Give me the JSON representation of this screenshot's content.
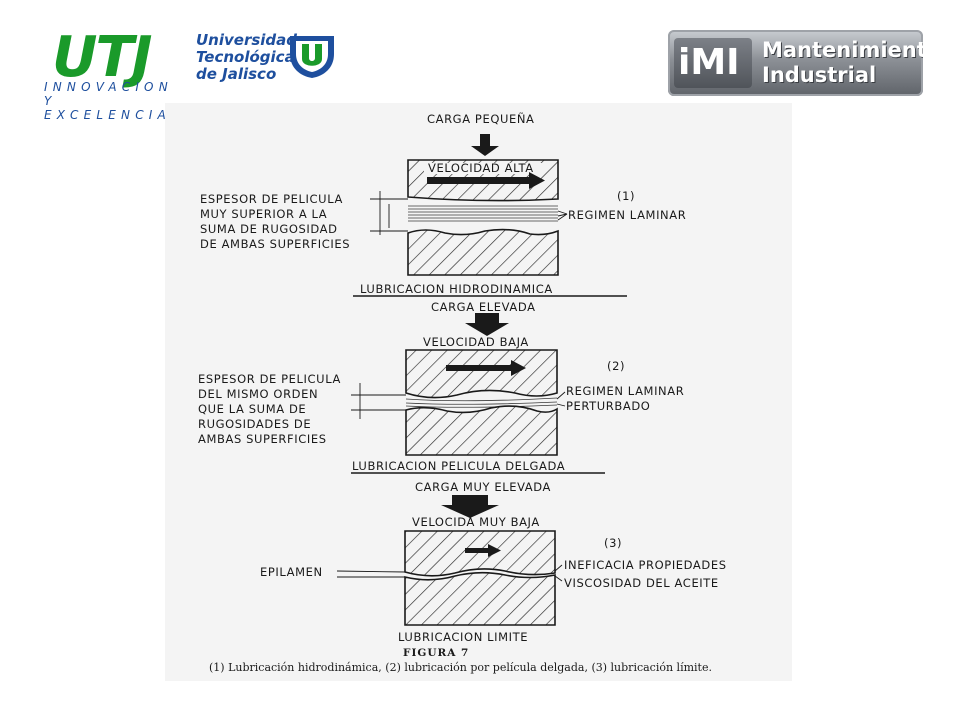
{
  "header": {
    "utj_mark": "UTJ",
    "utj_name_lines": [
      "Universidad",
      "Tecnológica",
      "de Jalisco"
    ],
    "utj_tagline": "INNOVACION Y EXCELENCIA",
    "imi_mark": "iMI",
    "imi_title_lines": [
      "Mantenimiento",
      "Industrial"
    ]
  },
  "figure": {
    "panel1": {
      "load": "CARGA PEQUEÑA",
      "speed": "VELOCIDAD ALTA",
      "number": "(1)",
      "left_note": [
        "ESPESOR DE PELICULA",
        "MUY SUPERIOR A LA",
        "SUMA DE RUGOSIDAD",
        "DE AMBAS SUPERFICIES"
      ],
      "right_note": [
        "REGIMEN LAMINAR"
      ],
      "title": "LUBRICACION   HIDRODINAMICA"
    },
    "panel2": {
      "load": "CARGA ELEVADA",
      "speed": "VELOCIDAD BAJA",
      "number": "(2)",
      "left_note": [
        "ESPESOR DE PELICULA",
        "DEL MISMO ORDEN",
        "QUE LA SUMA DE",
        "RUGOSIDADES DE",
        "AMBAS SUPERFICIES"
      ],
      "right_note": [
        "REGIMEN LAMINAR",
        "PERTURBADO"
      ],
      "title": "LUBRICACION  PELICULA  DELGADA"
    },
    "panel3": {
      "load": "CARGA MUY ELEVADA",
      "speed": "VELOCIDA MUY BAJA",
      "number": "(3)",
      "left_note": [
        "EPILAMEN"
      ],
      "right_note": [
        "INEFICACIA PROPIEDADES",
        "VISCOSIDAD DEL ACEITE"
      ],
      "title": "LUBRICACION LIMITE"
    },
    "figure_label": "FIGURA 7",
    "caption": "(1) Lubricación hidrodinámica, (2) lubricación por película delgada, (3) lubricación límite."
  },
  "colors": {
    "utj_green": "#1a9a2a",
    "utj_blue": "#1e4f9e",
    "ink": "#1a1a1a",
    "paper": "#f4f4f4"
  }
}
